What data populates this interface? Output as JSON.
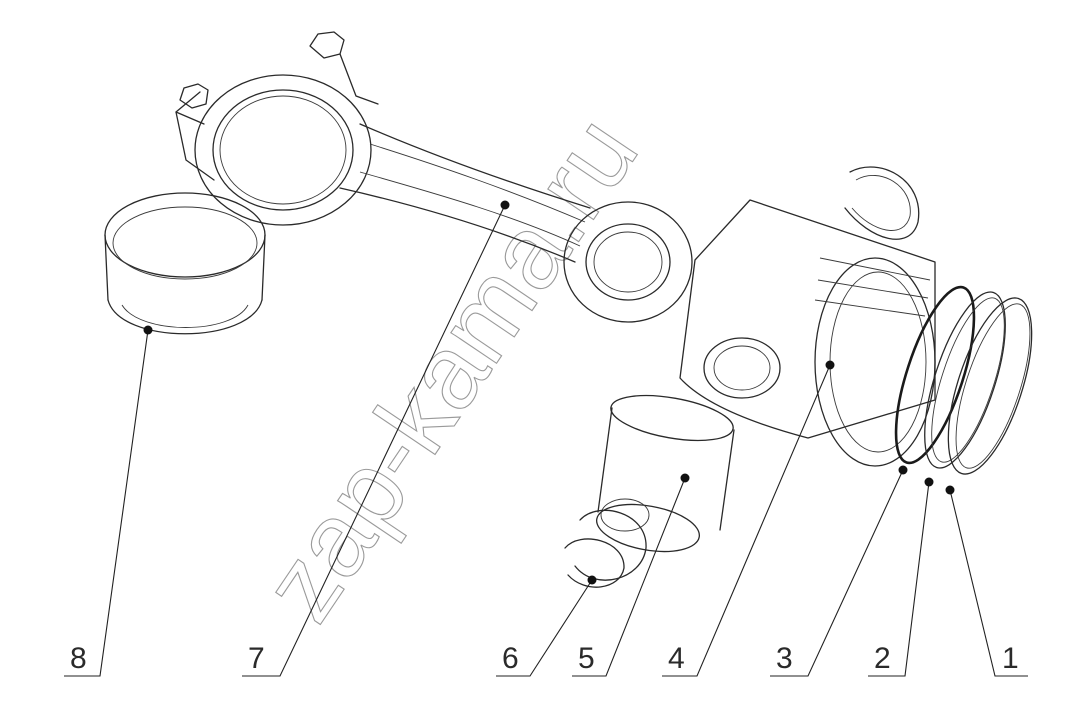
{
  "watermark": {
    "text": "zap-kama.ru"
  },
  "callouts": [
    {
      "id": "1",
      "label": "1"
    },
    {
      "id": "2",
      "label": "2"
    },
    {
      "id": "3",
      "label": "3"
    },
    {
      "id": "4",
      "label": "4"
    },
    {
      "id": "5",
      "label": "5"
    },
    {
      "id": "6",
      "label": "6"
    },
    {
      "id": "7",
      "label": "7"
    },
    {
      "id": "8",
      "label": "8"
    }
  ]
}
